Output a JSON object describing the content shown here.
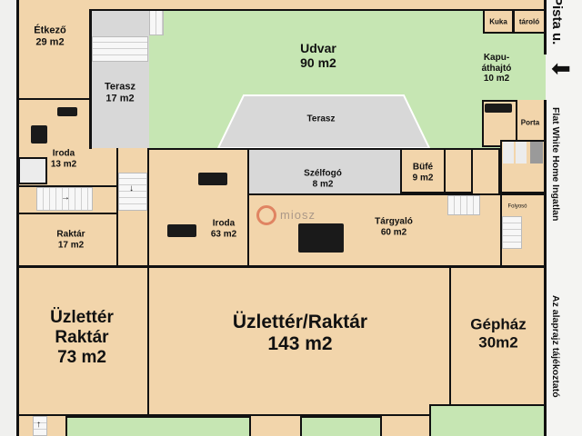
{
  "rooms": {
    "etkezo": {
      "name": "Étkező",
      "area": "29 m2"
    },
    "terasz_left": {
      "name": "Terasz",
      "area": "17 m2"
    },
    "udvar": {
      "name": "Udvar",
      "area": "90 m2"
    },
    "kuka": {
      "name": "Kuka"
    },
    "tarolo": {
      "name": "tároló"
    },
    "kapuathajto": {
      "name1": "Kapu-",
      "name2": "áthajtó",
      "area": "10 m2"
    },
    "porta": {
      "name": "Porta"
    },
    "iroda_small": {
      "name": "Iroda",
      "area": "13 m2"
    },
    "terasz_center": {
      "name": "Terasz"
    },
    "szelfogo": {
      "name": "Szélfogó",
      "area": "8 m2"
    },
    "bufe": {
      "name": "Büfé",
      "area": "9 m2"
    },
    "raktar_small": {
      "name": "Raktár",
      "area": "17 m2"
    },
    "iroda_large": {
      "name": "Iroda",
      "area": "63 m2"
    },
    "targyalo": {
      "name": "Tárgyaló",
      "area": "60 m2"
    },
    "folyoso": {
      "name": "Folyosó"
    },
    "uzletter_raktar_left": {
      "name1": "Üzlettér",
      "name2": "Raktár",
      "area": "73 m2"
    },
    "uzletter_raktar_main": {
      "name": "Üzlettér/Raktár",
      "area": "143 m2"
    },
    "gephaz": {
      "name": "Gépház",
      "area": "30m2"
    }
  },
  "side_labels": {
    "street": "Pista u.",
    "agency": "Flat White Home Ingatlan",
    "disclaimer": "Az alaprajz tájékoztató"
  },
  "watermark": {
    "text": "miosz"
  },
  "colors": {
    "room": "#f2d5ab",
    "yard": "#c6e6b3",
    "terrace": "#d8d8d8",
    "wall": "#111111",
    "watermark": "#d9684a"
  },
  "arrows": {
    "entrance": "⬅",
    "stair_right": "→",
    "stair_down": "↓",
    "stair_up": "↑"
  }
}
